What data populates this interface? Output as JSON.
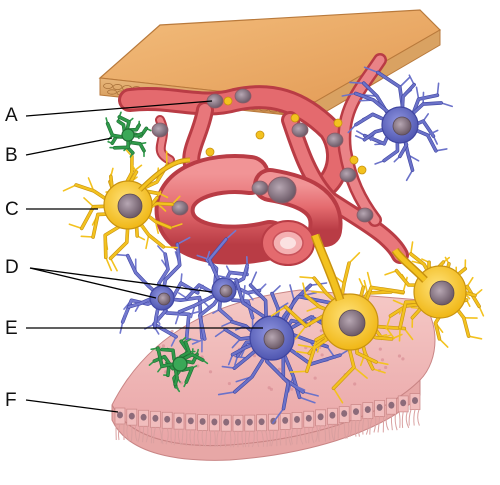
{
  "labels": [
    {
      "id": "A",
      "text": "A"
    },
    {
      "id": "B",
      "text": "B"
    },
    {
      "id": "C",
      "text": "C"
    },
    {
      "id": "D",
      "text": "D"
    },
    {
      "id": "E",
      "text": "E"
    },
    {
      "id": "F",
      "text": "F"
    }
  ],
  "colors": {
    "meninges": "#e9a964",
    "meninges_edge": "#b97a3c",
    "vessel": "#e46a6e",
    "vessel_dark": "#b93c45",
    "astrocyte": "#f3c21f",
    "astrocyte_edge": "#c89210",
    "oligodendrocyte": "#6b72c9",
    "microglia": "#2f9a4a",
    "ependyma": "#f2b7b7",
    "nucleus": "#8c7a86",
    "leader": "#000000"
  }
}
